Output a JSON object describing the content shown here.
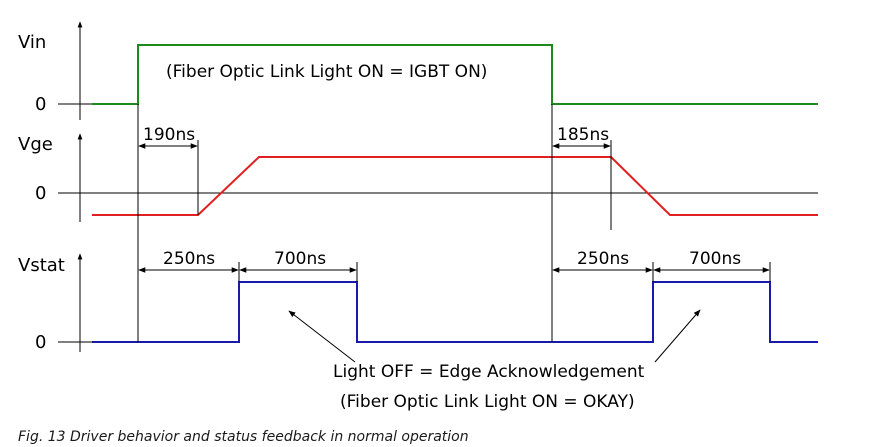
{
  "signals": {
    "vin": {
      "label": "Vin",
      "zero": "0",
      "color": "#1a8a1a"
    },
    "vge": {
      "label": "Vge",
      "zero": "0",
      "color": "#e02020"
    },
    "vstat": {
      "label": "Vstat",
      "zero": "0",
      "color": "#1a1aa8"
    }
  },
  "annotations": {
    "vin_note": "(Fiber Optic Link Light ON = IGBT ON)",
    "light_off": "Light OFF = Edge Acknowledgement",
    "light_on": "(Fiber Optic Link Light ON = OKAY)"
  },
  "timings": {
    "vge_rise_delay": "190ns",
    "vge_fall_delay": "185ns",
    "stat_delay_1": "250ns",
    "stat_width_1": "700ns",
    "stat_delay_2": "250ns",
    "stat_width_2": "700ns"
  },
  "caption": "Fig. 13   Driver behavior and status feedback in normal operation"
}
